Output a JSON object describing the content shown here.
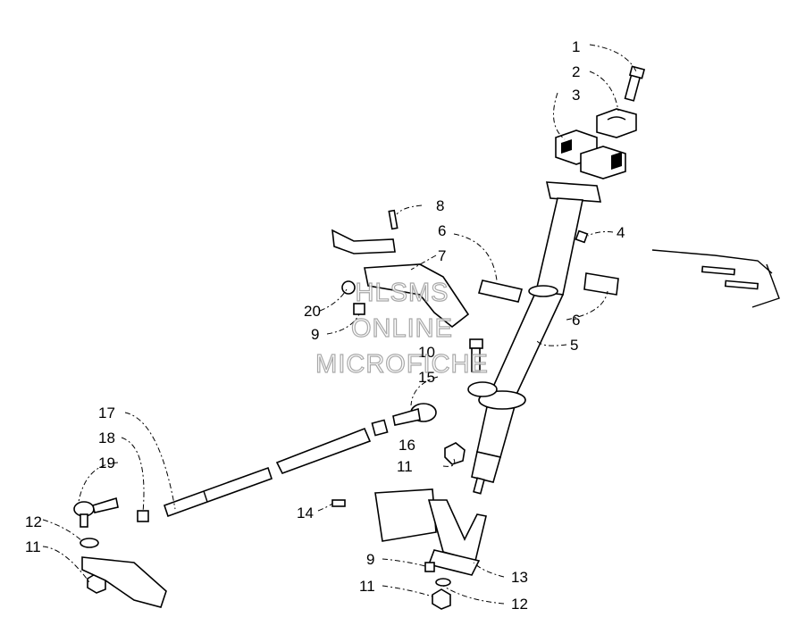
{
  "callouts": {
    "c1": "1",
    "c2": "2",
    "c3": "3",
    "c4": "4",
    "c5": "5",
    "c6a": "6",
    "c6b": "6",
    "c7": "7",
    "c8": "8",
    "c9a": "9",
    "c9b": "9",
    "c10": "10",
    "c11a": "11",
    "c11b": "11",
    "c11c": "11",
    "c12a": "12",
    "c12b": "12",
    "c13": "13",
    "c14": "14",
    "c15": "15",
    "c16": "16",
    "c17": "17",
    "c18": "18",
    "c19": "19",
    "c20": "20"
  },
  "watermark": {
    "line1": "HLSMS",
    "line2": "ONLINE",
    "line3": "MICROFICHE"
  },
  "colors": {
    "ink": "#000000",
    "watermark": "#9a9a9a",
    "background": "#ffffff"
  }
}
